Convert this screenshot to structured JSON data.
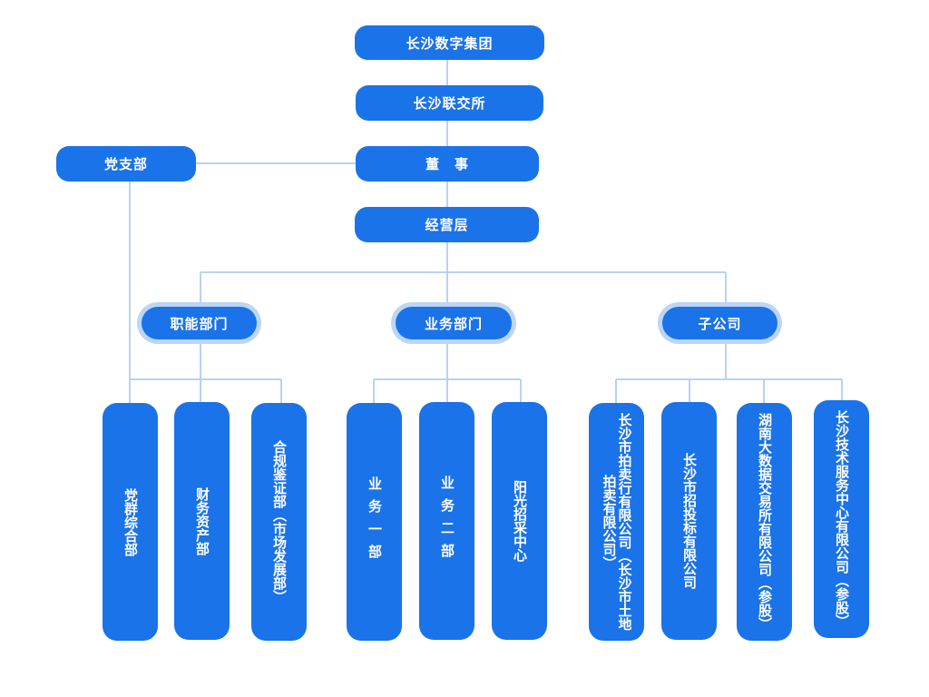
{
  "colors": {
    "node": "#1a73e8",
    "connector": "#b8d2f4",
    "halo": "#bdd5f6"
  },
  "root": "长沙数字集团",
  "exchange": "长沙联交所",
  "board": "董　事",
  "party": "党支部",
  "management": "经营层",
  "departments": {
    "functional": {
      "label": "职能部门",
      "children": [
        "党群综合部",
        "财务资产部",
        "合规鉴证部（市场发展部）"
      ]
    },
    "business": {
      "label": "业务部门",
      "children": [
        "业务一部",
        "业务二部",
        "阳光招采中心"
      ]
    },
    "subsidiaries": {
      "label": "子公司",
      "children": [
        "长沙市拍卖行有限公司（长沙市土地拍卖有限公司）",
        "长沙市招投标有限公司",
        "湖南大数据交易所有限公司（参股）",
        "长沙技术服务中心有限公司（参股）"
      ]
    }
  }
}
